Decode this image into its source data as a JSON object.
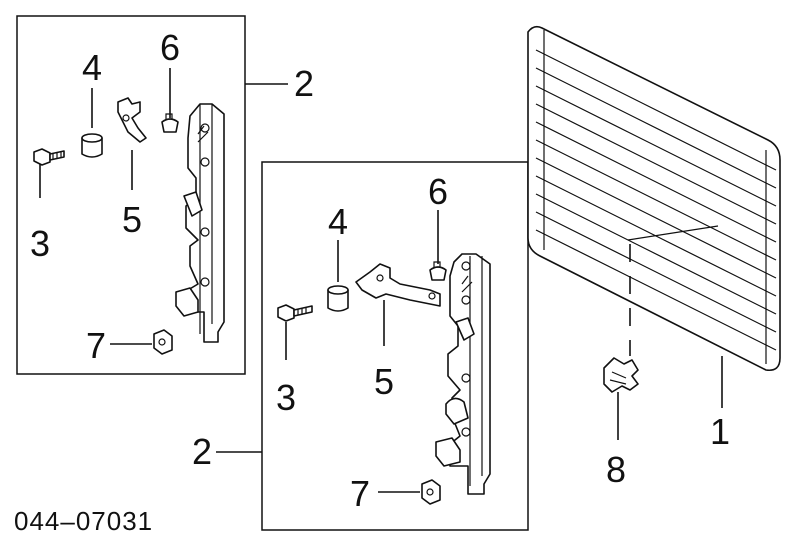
{
  "diagram_code": "044–07031",
  "callouts": {
    "a2": "2",
    "a3": "3",
    "a4": "4",
    "a5": "5",
    "a6": "6",
    "a7": "7",
    "b2": "2",
    "b3": "3",
    "b4": "4",
    "b5": "5",
    "b6": "6",
    "b7": "7",
    "c1": "1",
    "c8": "8"
  }
}
